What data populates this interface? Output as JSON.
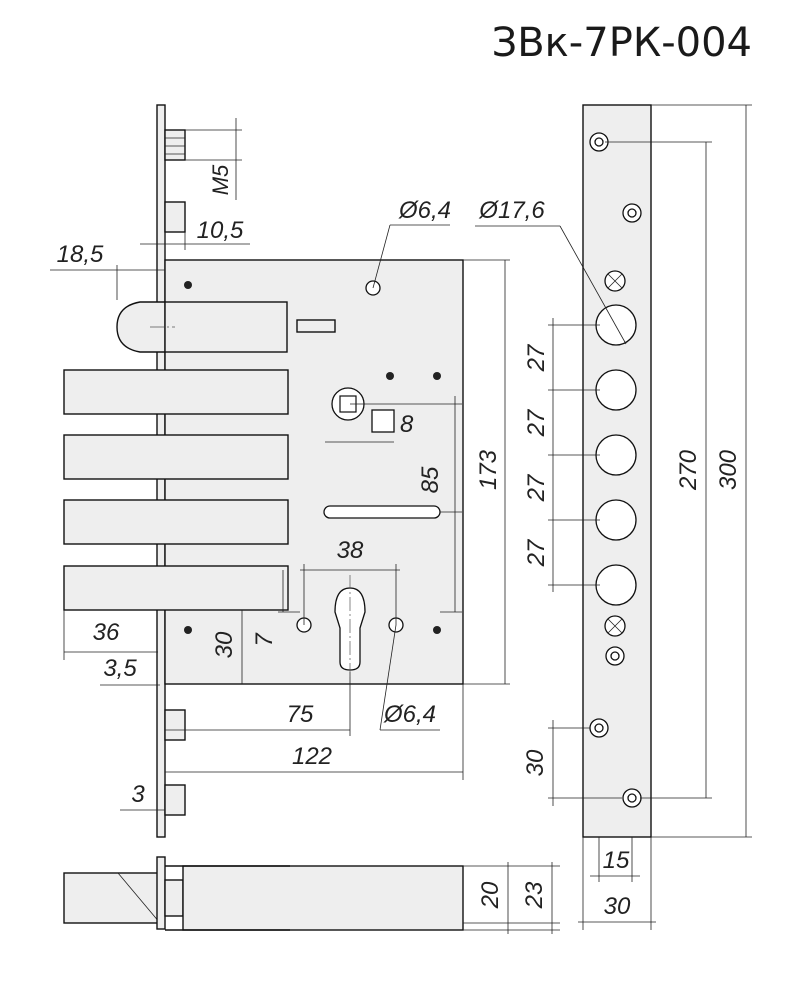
{
  "title": "ЗВк-7РК-004",
  "dimensions": {
    "m5": "M5",
    "d10_5": "10,5",
    "d18_5": "18,5",
    "phi6_4_top": "Ø6,4",
    "phi17_6": "Ø17,6",
    "sq8": "8",
    "d85": "85",
    "d173": "173",
    "d38": "38",
    "d36": "36",
    "d3_5": "3,5",
    "d30_left": "30",
    "d7": "7",
    "d75": "75",
    "phi6_4_bottom": "Ø6,4",
    "d122": "122",
    "d3": "3",
    "d27_a": "27",
    "d27_b": "27",
    "d27_c": "27",
    "d27_d": "27",
    "d270": "270",
    "d300": "300",
    "d30_strip": "30",
    "d15": "15",
    "d30_bottom": "30",
    "d20": "20",
    "d23": "23"
  }
}
